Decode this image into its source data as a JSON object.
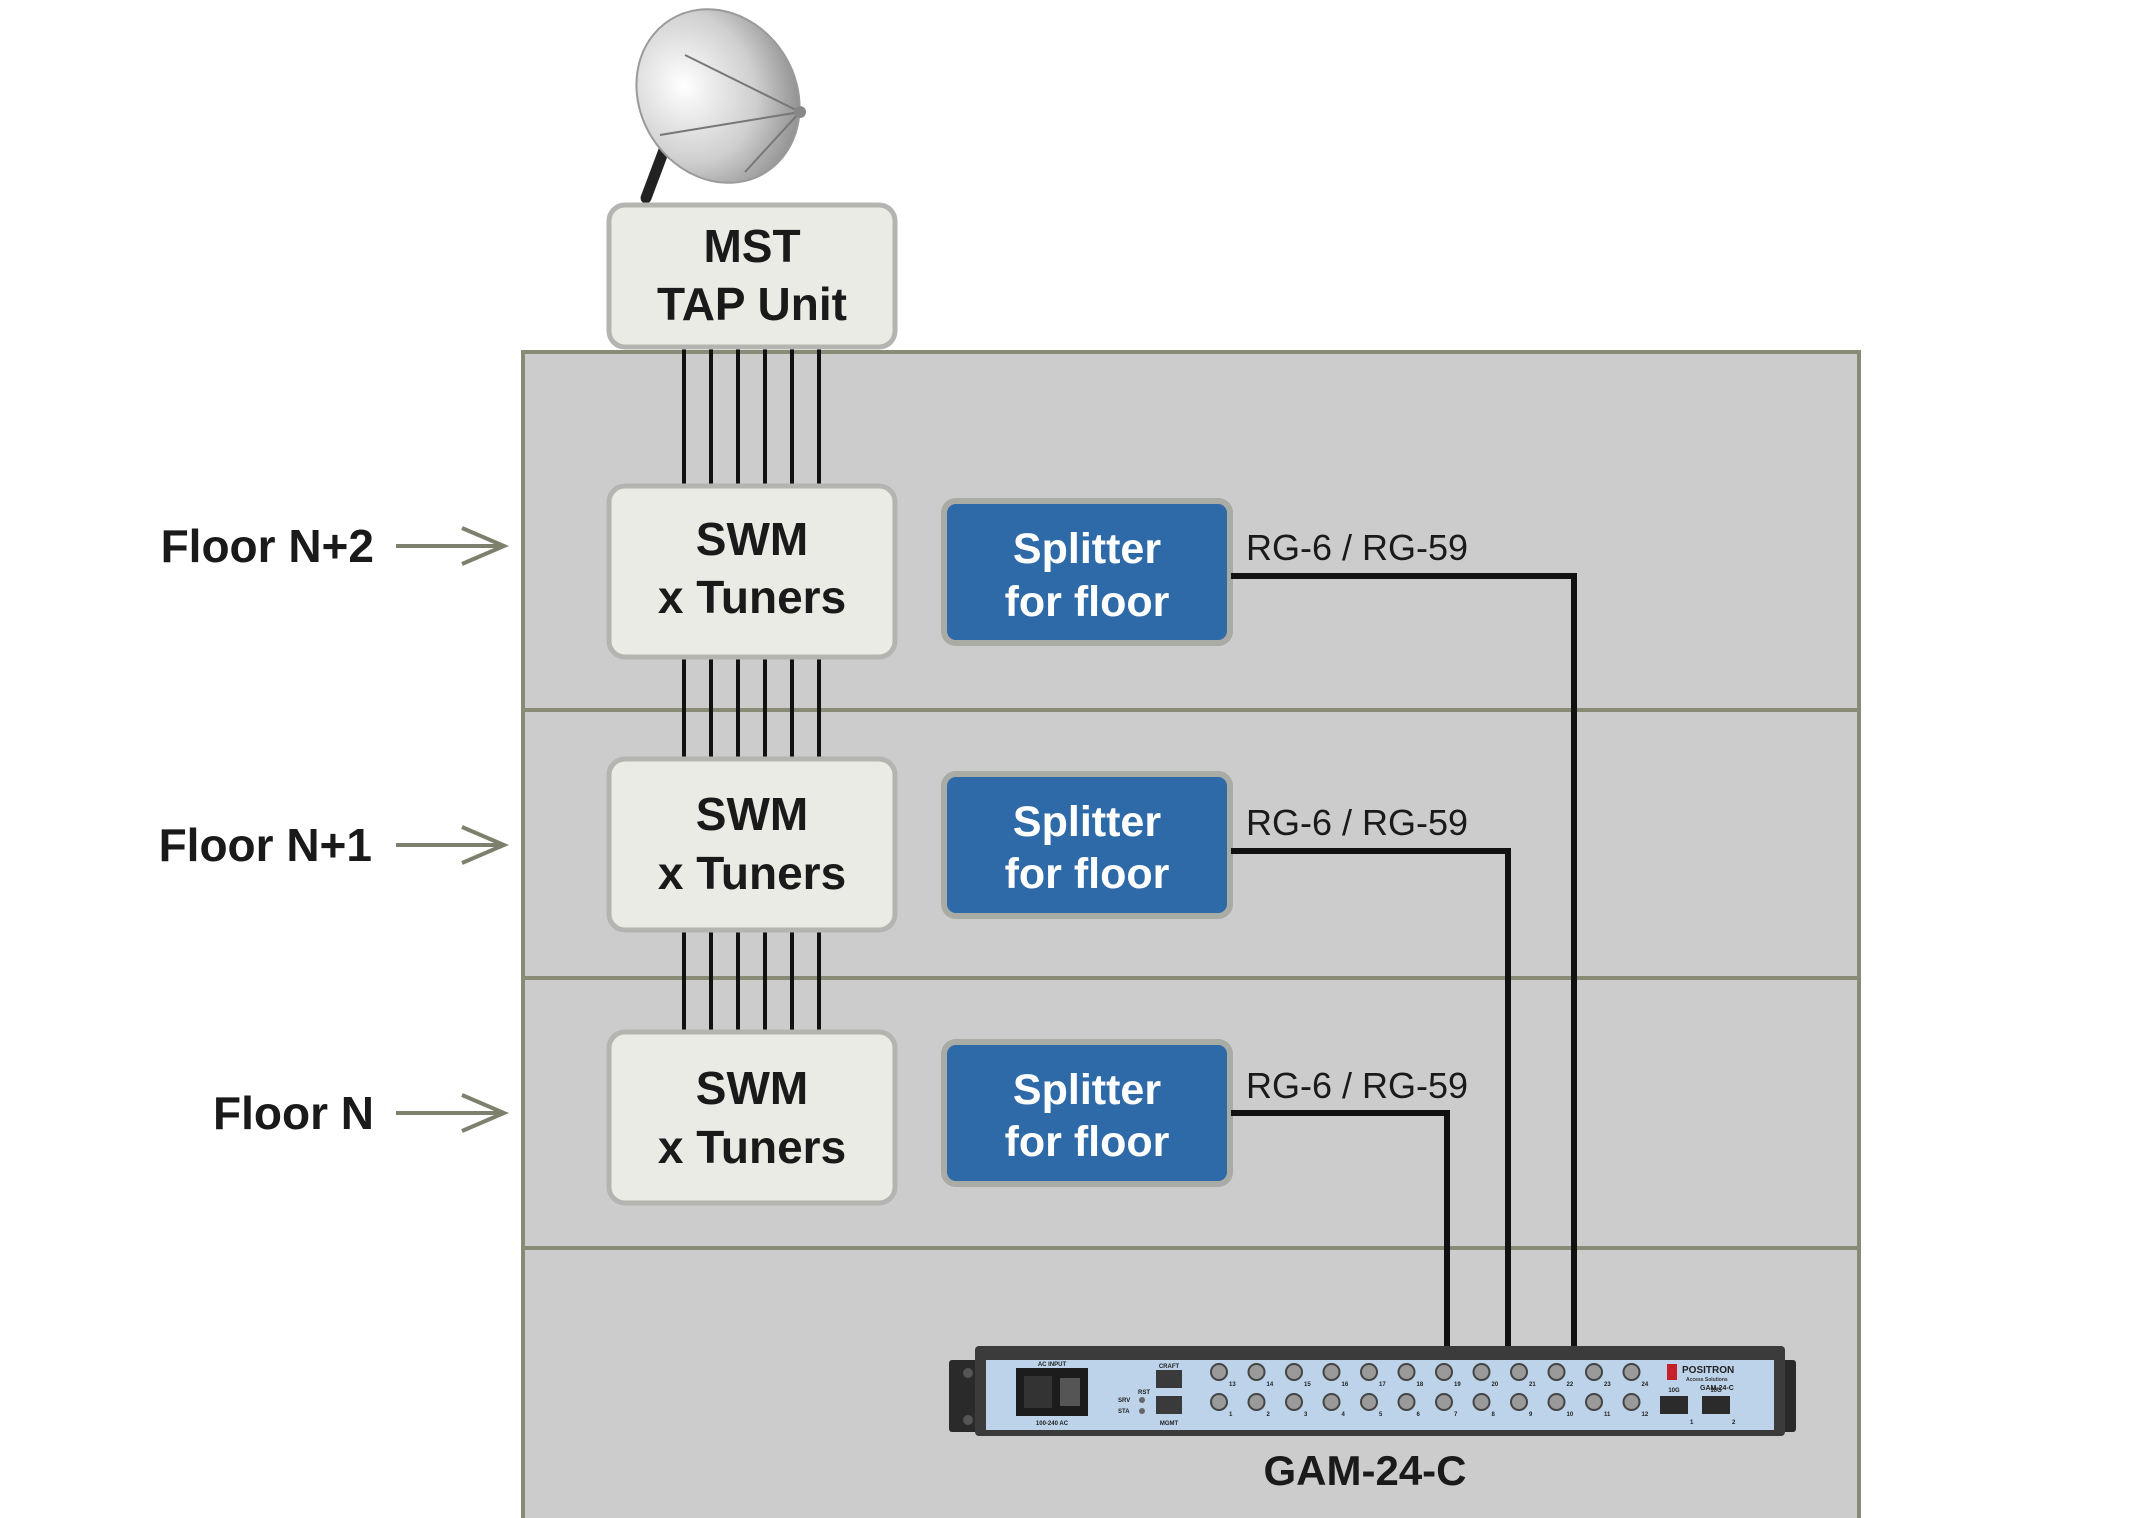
{
  "floors": [
    {
      "label": "Floor N+2",
      "swm": {
        "line1": "SWM",
        "line2": "x Tuners"
      },
      "splitter": {
        "line1": "Splitter",
        "line2": "for floor"
      },
      "cable": "RG-6 / RG-59"
    },
    {
      "label": "Floor N+1",
      "swm": {
        "line1": "SWM",
        "line2": "x Tuners"
      },
      "splitter": {
        "line1": "Splitter",
        "line2": "for floor"
      },
      "cable": "RG-6 / RG-59"
    },
    {
      "label": "Floor N",
      "swm": {
        "line1": "SWM",
        "line2": "x Tuners"
      },
      "splitter": {
        "line1": "Splitter",
        "line2": "for floor"
      },
      "cable": "RG-6 / RG-59"
    }
  ],
  "tap": {
    "line1": "MST",
    "line2": "TAP Unit"
  },
  "device": {
    "name": "GAM-24-C",
    "brand": "POSITRON",
    "brand_sub": "Access Solutions",
    "model": "GAM-24-C",
    "ac_input": "AC INPUT",
    "ac_range": "100-240 AC",
    "craft": "CRAFT",
    "mgmt": "MGMT",
    "srv": "SRV",
    "sta": "STA",
    "rst": "RST",
    "sfp1": "10G",
    "sfp2": "10G",
    "ports_top": [
      "13",
      "14",
      "15",
      "16",
      "17",
      "18",
      "19",
      "20",
      "21",
      "22",
      "23",
      "24"
    ],
    "ports_bottom": [
      "1",
      "2",
      "3",
      "4",
      "5",
      "6",
      "7",
      "8",
      "9",
      "10",
      "11",
      "12"
    ],
    "sfp_labels": [
      "1",
      "2"
    ]
  },
  "colors": {
    "building_fill": "#cccccc",
    "building_border": "#8a8b76",
    "box_fill": "#ebebe5",
    "box_border": "#b4b4b0",
    "splitter_fill": "#2e69a8",
    "splitter_border": "#a9aba5",
    "arrow": "#7d806c",
    "device_panel": "#bcd3ea"
  }
}
